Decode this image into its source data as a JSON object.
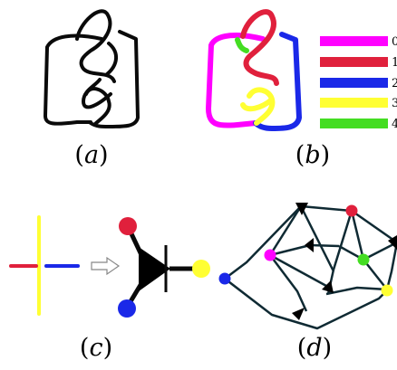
{
  "panels": {
    "a": {
      "caption_open": "(",
      "caption_letter": "a",
      "caption_close": ")"
    },
    "b": {
      "caption_open": "(",
      "caption_letter": "b",
      "caption_close": ")"
    },
    "c": {
      "caption_open": "(",
      "caption_letter": "c",
      "caption_close": ")"
    },
    "d": {
      "caption_open": "(",
      "caption_letter": "d",
      "caption_close": ")"
    }
  },
  "legend": [
    {
      "label": "0",
      "color": "#ff00ff"
    },
    {
      "label": "1",
      "color": "#e0203c"
    },
    {
      "label": "2",
      "color": "#1a28e8"
    },
    {
      "label": "3",
      "color": "#ffff33"
    },
    {
      "label": "4",
      "color": "#44dd22"
    }
  ],
  "colors": {
    "magenta": "#ff00ff",
    "red": "#e0203c",
    "blue": "#1a28e8",
    "yellow": "#ffff33",
    "green": "#44dd22",
    "stroke": "#0a0a0a",
    "graph_edge": "#0f2a33"
  }
}
